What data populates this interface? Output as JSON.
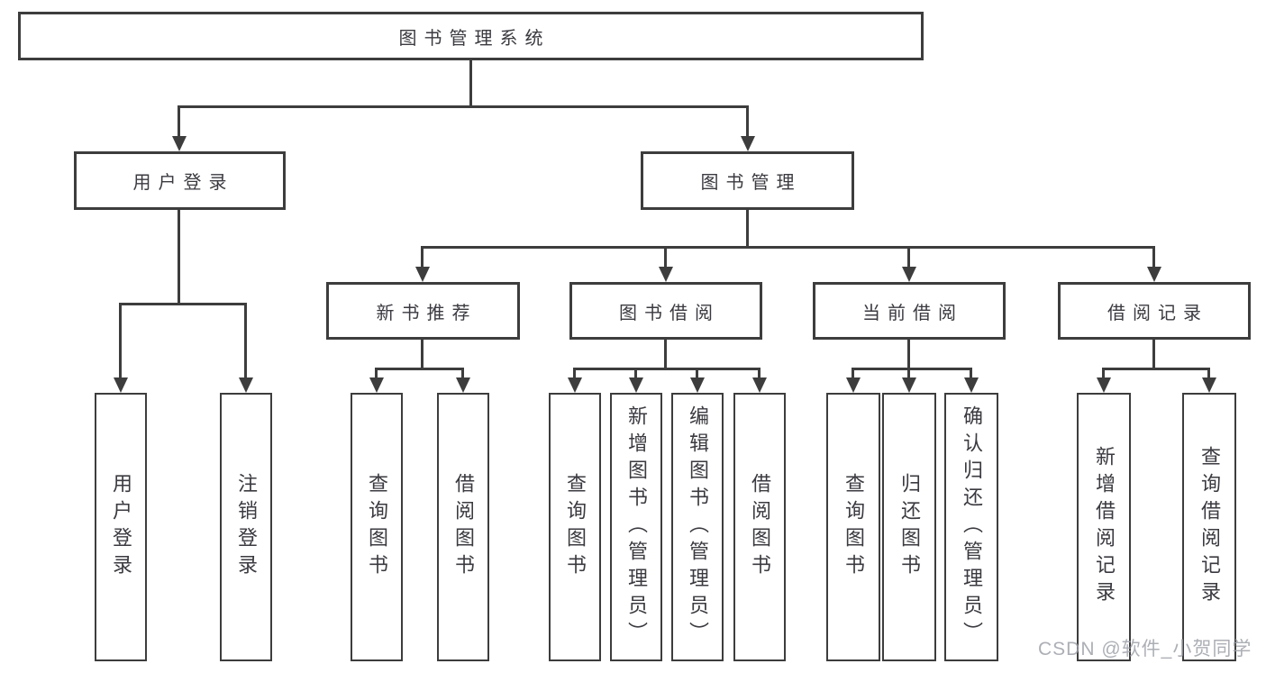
{
  "tree": {
    "root": "图书管理系统",
    "login": {
      "label": "用户登录",
      "children": [
        "用户登录",
        "注销登录"
      ]
    },
    "mgmt": {
      "label": "图书管理",
      "sections": [
        {
          "label": "新书推荐",
          "children": [
            "查询图书",
            "借阅图书"
          ]
        },
        {
          "label": "图书借阅",
          "children": [
            "查询图书",
            "新增图书（管理员）",
            "编辑图书（管理员）",
            "借阅图书"
          ]
        },
        {
          "label": "当前借阅",
          "children": [
            "查询图书",
            "归还图书",
            "确认归还（管理员）"
          ]
        },
        {
          "label": "借阅记录",
          "children": [
            "新增借阅记录",
            "查询借阅记录"
          ]
        }
      ]
    }
  },
  "watermark": {
    "text": "CSDN @软件_小贺同学"
  },
  "colors": {
    "line": "#3d3d3d",
    "text": "#3a3a40",
    "watermark": "#9ea1a8",
    "background": "#ffffff"
  }
}
